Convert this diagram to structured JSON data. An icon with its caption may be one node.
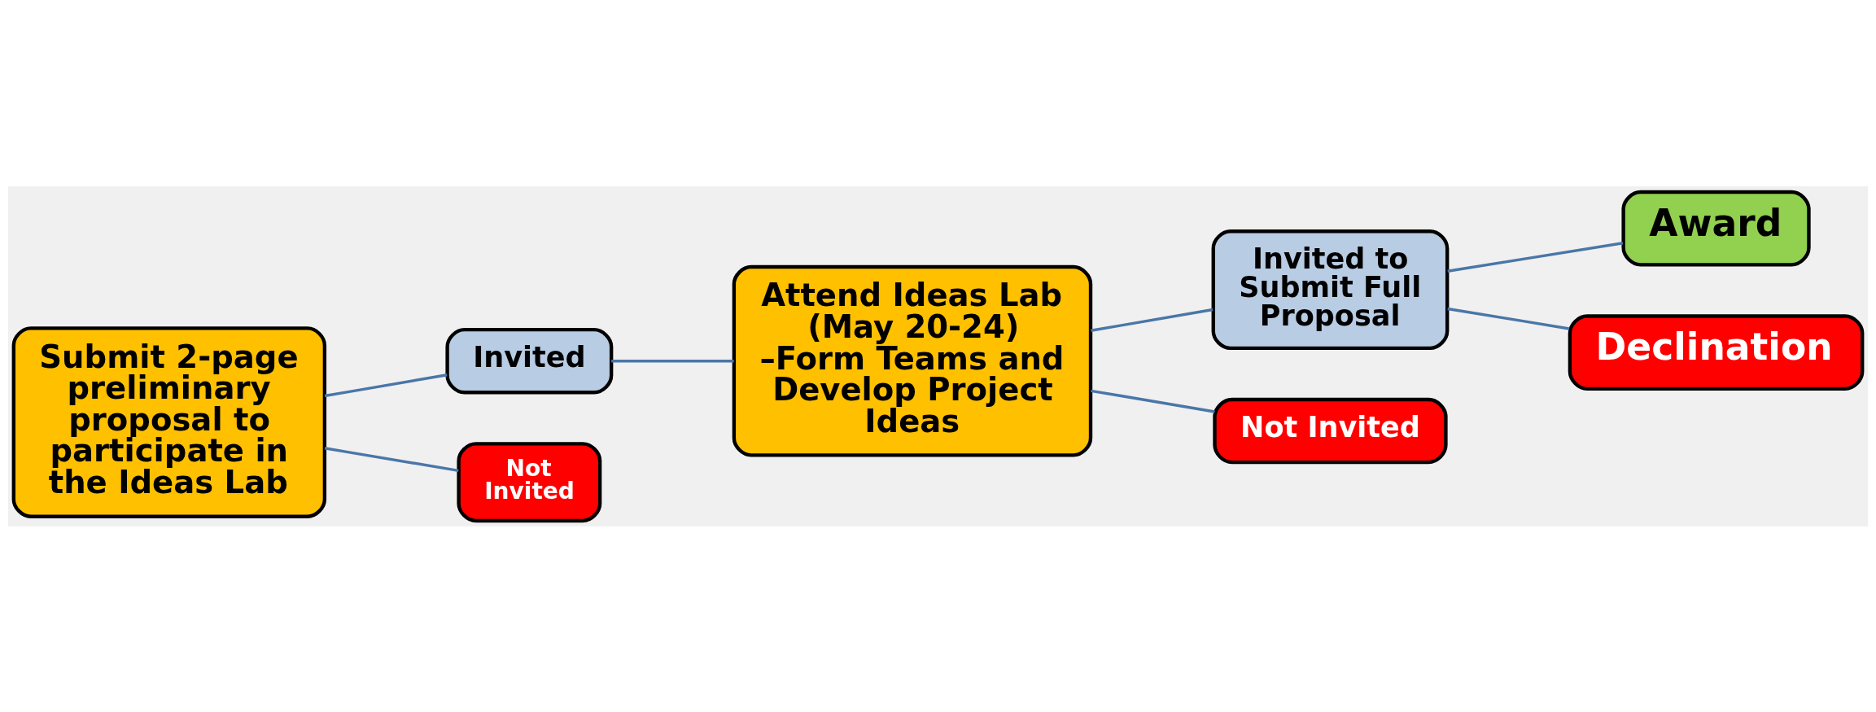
{
  "diagram": {
    "nodes": [
      {
        "text": [
          "Submit 2-page preliminary proposal to participate in the Ideas Lab"
        ]
      },
      {
        "text": [
          "Invited"
        ]
      },
      {
        "text": [
          "Not Invited"
        ]
      },
      {
        "text": [
          "Attend Ideas Lab (May 20-24) –Form Teams and Develop Project Ideas"
        ]
      },
      {
        "text": [
          "Invited to Submit Full Proposal"
        ]
      },
      {
        "text": [
          "Not Invited"
        ]
      },
      {
        "text": [
          "Award"
        ]
      },
      {
        "text": [
          "Declination"
        ]
      }
    ],
    "edges": [
      {
        "from": 0,
        "to": 1,
        "arrow": "none"
      },
      {
        "from": 0,
        "to": 2,
        "arrow": "none"
      },
      {
        "from": 1,
        "to": 3,
        "arrow": "none"
      },
      {
        "from": 3,
        "to": 4,
        "arrow": "none"
      },
      {
        "from": 3,
        "to": 5,
        "arrow": "none"
      },
      {
        "from": 4,
        "to": 6,
        "arrow": "none"
      },
      {
        "from": 4,
        "to": 7,
        "arrow": "none"
      }
    ]
  }
}
